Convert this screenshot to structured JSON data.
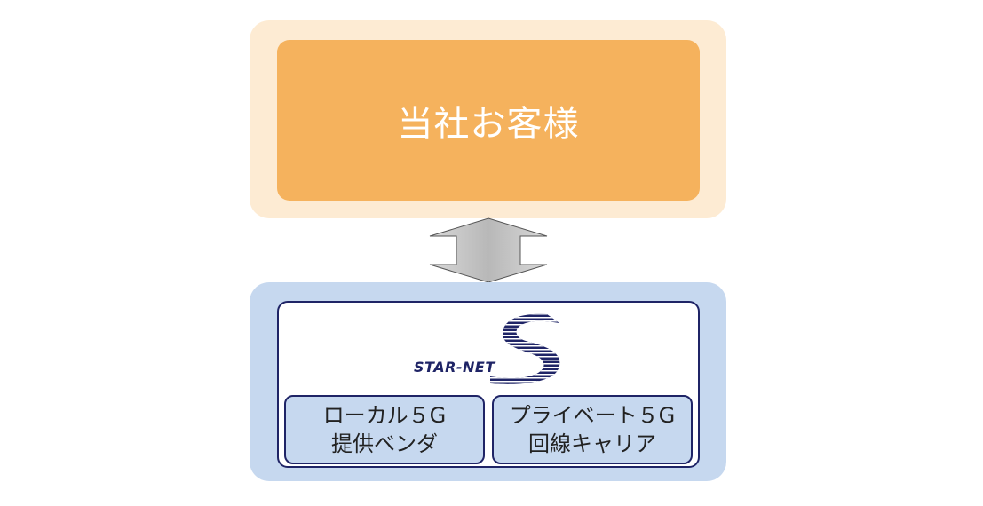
{
  "customer": {
    "label": "当社お客様"
  },
  "provider": {
    "logo_text": "STAR-NET",
    "boxes": [
      {
        "line1": "ローカル５G",
        "line2": "提供ベンダ"
      },
      {
        "line1": "プライベート５G",
        "line2": "回線キャリア"
      }
    ]
  },
  "colors": {
    "customer_outer": "#fdebd3",
    "customer_inner": "#f5b25d",
    "provider_outer": "#c6d8ef",
    "border_navy": "#1f2466",
    "arrow_gray": "#c8c8c8"
  },
  "icons": {
    "arrow": "double-vertical-arrow-icon",
    "logo": "star-net-s-logo-icon"
  }
}
